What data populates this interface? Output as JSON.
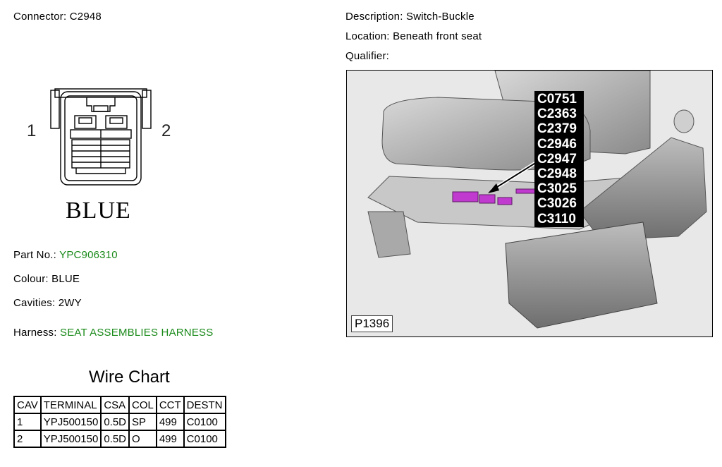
{
  "connector": {
    "label": "Connector:",
    "value": "C2948"
  },
  "description": {
    "label": "Description:",
    "value": "Switch-Buckle"
  },
  "location": {
    "label": "Location:",
    "value": "Beneath front seat"
  },
  "qualifier": {
    "label": "Qualifier:",
    "value": ""
  },
  "diagram": {
    "pin_left": "1",
    "pin_right": "2",
    "colour_text": "BLUE"
  },
  "part_no": {
    "label": "Part No.:",
    "value": "YPC906310"
  },
  "colour": {
    "label": "Colour:",
    "value": "BLUE"
  },
  "cavities": {
    "label": "Cavities:",
    "value": "2WY"
  },
  "harness": {
    "label": "Harness:",
    "value": "SEAT ASSEMBLIES HARNESS"
  },
  "wire_chart": {
    "title": "Wire Chart",
    "headers": [
      "CAV",
      "TERMINAL",
      "CSA",
      "COL",
      "CCT",
      "DESTN"
    ],
    "rows": [
      [
        "1",
        "YPJ500150",
        "0.5D",
        "SP",
        "499",
        "C0100"
      ],
      [
        "2",
        "YPJ500150",
        "0.5D",
        "O",
        "499",
        "C0100"
      ]
    ]
  },
  "photo": {
    "connectors": [
      "C0751",
      "C2363",
      "C2379",
      "C2946",
      "C2947",
      "C2948",
      "C3025",
      "C3026",
      "C3110"
    ],
    "code": "P1396"
  },
  "colors": {
    "green_text": "#1a8a1a",
    "highlight": "#c03ad0"
  }
}
